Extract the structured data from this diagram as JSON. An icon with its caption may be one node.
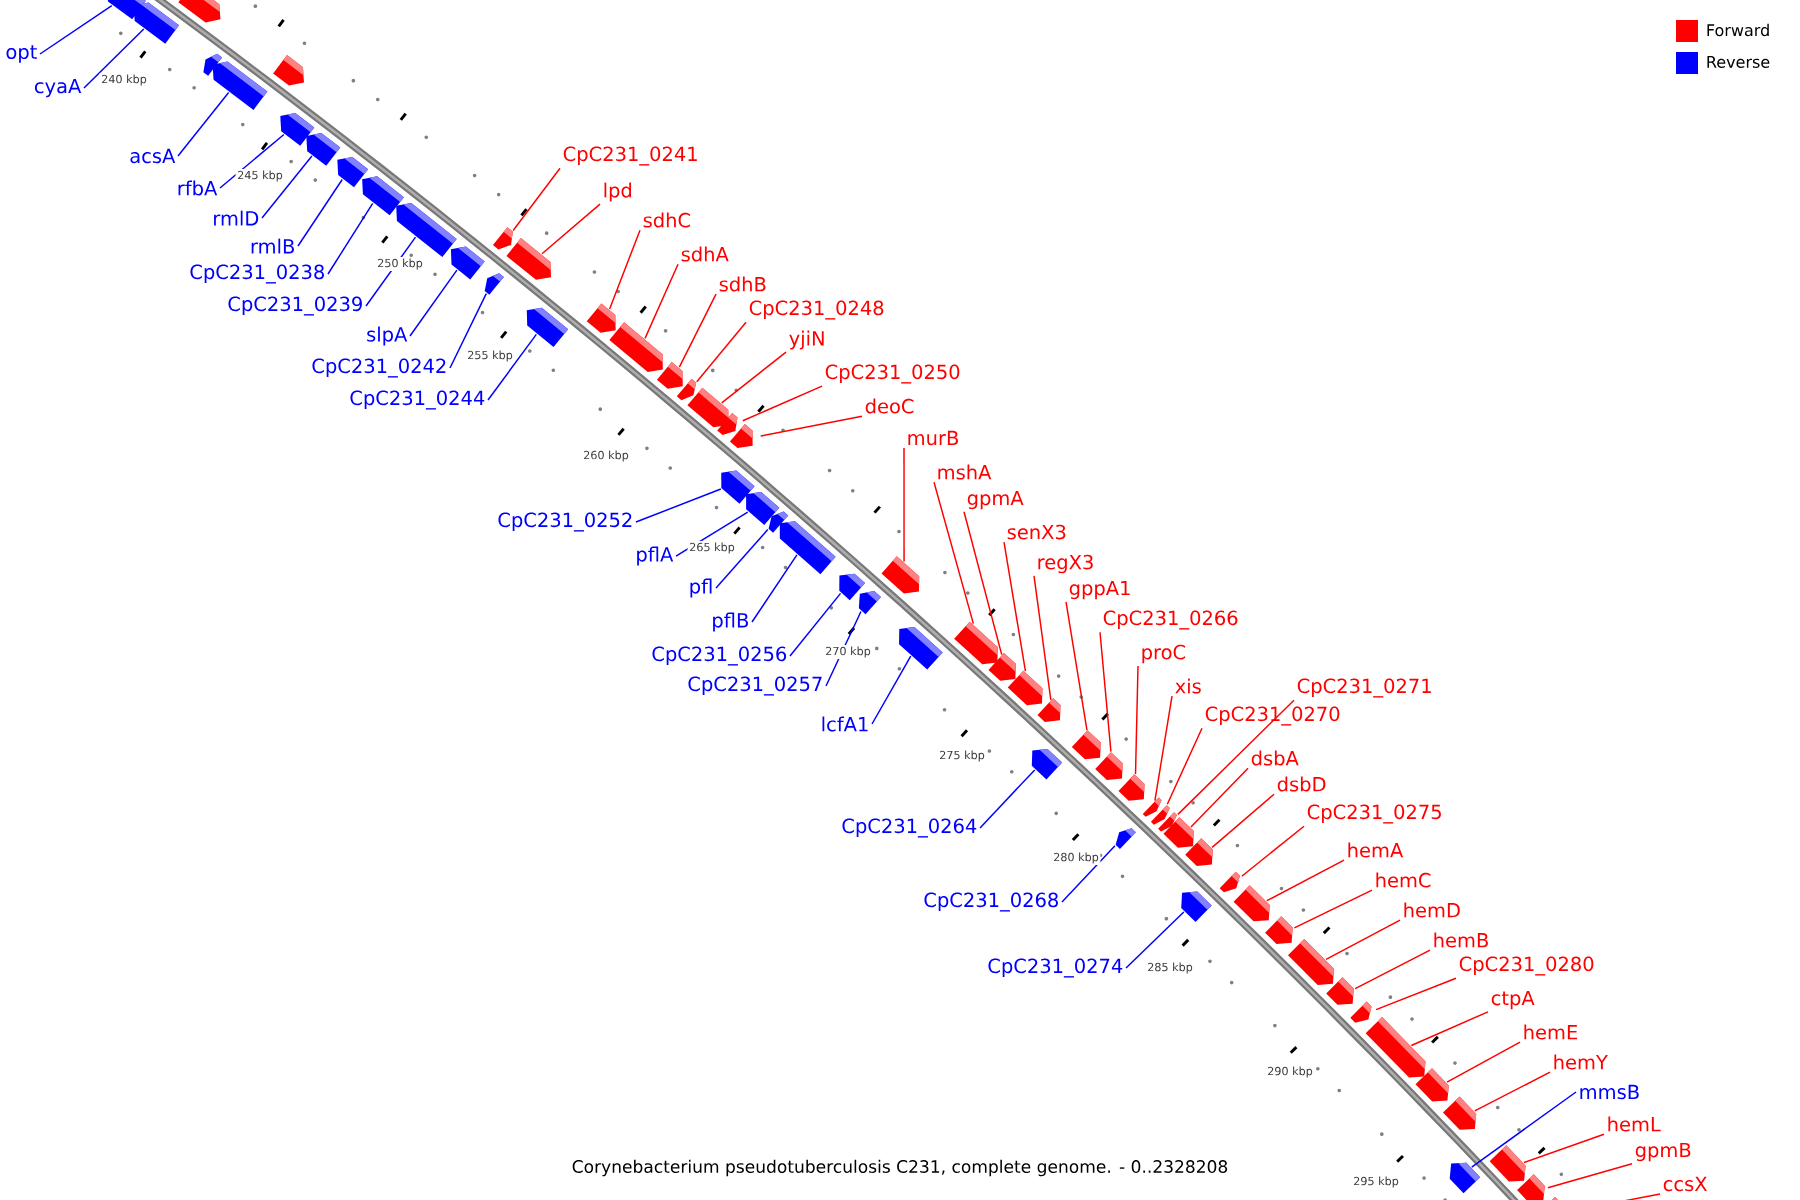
{
  "diagram": {
    "caption": "Corynebacterium pseudotuberculosis C231, complete genome. - 0..2328208",
    "nodes": [
      {
        "text": [
          "opt"
        ]
      },
      {
        "text": [
          "cyaA"
        ]
      },
      {
        "text": [
          "acsA"
        ]
      },
      {
        "text": [
          "CpC231_0241"
        ]
      },
      {
        "text": [
          "rfbA"
        ]
      },
      {
        "text": [
          "lpd"
        ]
      },
      {
        "text": [
          "rmlD"
        ]
      },
      {
        "text": [
          "sdhC"
        ]
      },
      {
        "text": [
          "rmlB"
        ]
      },
      {
        "text": [
          "sdhA"
        ]
      },
      {
        "text": [
          "CpC231_0238"
        ]
      },
      {
        "text": [
          "sdhB"
        ]
      },
      {
        "text": [
          "CpC231_0239"
        ]
      },
      {
        "text": [
          "CpC231_0248"
        ]
      },
      {
        "text": [
          "slpA"
        ]
      },
      {
        "text": [
          "yjiN"
        ]
      },
      {
        "text": [
          "CpC231_0242"
        ]
      },
      {
        "text": [
          "CpC231_0250"
        ]
      },
      {
        "text": [
          "CpC231_0244"
        ]
      },
      {
        "text": [
          "deoC"
        ]
      },
      {
        "text": [
          "murB"
        ]
      },
      {
        "text": [
          "mshA"
        ]
      },
      {
        "text": [
          "gpmA"
        ]
      },
      {
        "text": [
          "CpC231_0252"
        ]
      },
      {
        "text": [
          "senX3"
        ]
      },
      {
        "text": [
          "pflA"
        ]
      },
      {
        "text": [
          "regX3"
        ]
      },
      {
        "text": [
          "pfl"
        ]
      },
      {
        "text": [
          "gppA1"
        ]
      },
      {
        "text": [
          "CpC231_0266"
        ]
      },
      {
        "text": [
          "pflB"
        ]
      },
      {
        "text": [
          "proC"
        ]
      },
      {
        "text": [
          "CpC231_0256"
        ]
      },
      {
        "text": [
          "xis"
        ]
      },
      {
        "text": [
          "CpC231_0271"
        ]
      },
      {
        "text": [
          "CpC231_0257"
        ]
      },
      {
        "text": [
          "CpC231_0270"
        ]
      },
      {
        "text": [
          "lcfA1"
        ]
      },
      {
        "text": [
          "dsbA"
        ]
      },
      {
        "text": [
          "dsbD"
        ]
      },
      {
        "text": [
          "CpC231_0275"
        ]
      },
      {
        "text": [
          "CpC231_0264"
        ]
      },
      {
        "text": [
          "hemA"
        ]
      },
      {
        "text": [
          "hemC"
        ]
      },
      {
        "text": [
          "CpC231_0268"
        ]
      },
      {
        "text": [
          "hemD"
        ]
      },
      {
        "text": [
          "hemB"
        ]
      },
      {
        "text": [
          "CpC231_0274"
        ]
      },
      {
        "text": [
          "CpC231_0280"
        ]
      },
      {
        "text": [
          "ctpA"
        ]
      },
      {
        "text": [
          "hemE"
        ]
      },
      {
        "text": [
          "hemY"
        ]
      },
      {
        "text": [
          "mmsB"
        ]
      },
      {
        "text": [
          "hemL"
        ]
      },
      {
        "text": [
          "gpmB"
        ]
      },
      {
        "text": [
          "ccsX"
        ]
      },
      {
        "text": [],
        "shape": "box"
      },
      {
        "text": [],
        "shape": "box"
      },
      {
        "text": [],
        "shape": "box"
      },
      {
        "text": [],
        "shape": "box"
      },
      {
        "text": [],
        "shape": "box"
      },
      {
        "text": [],
        "shape": "box"
      },
      {
        "text": [],
        "shape": "box"
      },
      {
        "text": [],
        "shape": "box"
      },
      {
        "text": [],
        "shape": "box"
      },
      {
        "text": [],
        "shape": "box"
      },
      {
        "text": [],
        "shape": "box"
      },
      {
        "text": [],
        "shape": "box"
      },
      {
        "text": [],
        "shape": "box"
      },
      {
        "text": [],
        "shape": "box"
      },
      {
        "text": [],
        "shape": "box"
      },
      {
        "text": [],
        "shape": "box"
      },
      {
        "text": [],
        "shape": "box"
      },
      {
        "text": [],
        "shape": "box"
      },
      {
        "text": [],
        "shape": "box"
      },
      {
        "text": [],
        "shape": "box"
      },
      {
        "text": [],
        "shape": "box"
      },
      {
        "text": [],
        "shape": "box"
      },
      {
        "text": [],
        "shape": "box"
      },
      {
        "text": [],
        "shape": "box"
      },
      {
        "text": [],
        "shape": "box"
      },
      {
        "text": [],
        "shape": "box"
      },
      {
        "text": [],
        "shape": "box"
      },
      {
        "text": [],
        "shape": "box"
      },
      {
        "text": [],
        "shape": "box"
      },
      {
        "text": [],
        "shape": "box"
      },
      {
        "text": [],
        "shape": "box"
      },
      {
        "text": [],
        "shape": "box"
      },
      {
        "text": [],
        "shape": "box"
      },
      {
        "text": [],
        "shape": "box"
      },
      {
        "text": [],
        "shape": "box"
      },
      {
        "text": [],
        "shape": "box"
      },
      {
        "text": [],
        "shape": "box"
      },
      {
        "text": [],
        "shape": "box"
      },
      {
        "text": [],
        "shape": "box"
      },
      {
        "text": [],
        "shape": "box"
      },
      {
        "text": [],
        "shape": "box"
      },
      {
        "text": [],
        "shape": "box"
      },
      {
        "text": [],
        "shape": "box"
      },
      {
        "text": [],
        "shape": "box"
      },
      {
        "text": [],
        "shape": "box"
      },
      {
        "text": [],
        "shape": "box"
      },
      {
        "text": [],
        "shape": "box"
      },
      {
        "text": [],
        "shape": "box"
      },
      {
        "text": [],
        "shape": "box"
      },
      {
        "text": [],
        "shape": "box"
      },
      {
        "text": [],
        "shape": "box"
      },
      {
        "text": [],
        "shape": "box"
      },
      {
        "text": [],
        "shape": "box"
      },
      {
        "text": [],
        "shape": "box"
      },
      {
        "text": [],
        "shape": "box"
      },
      {
        "text": [],
        "shape": "box"
      },
      {
        "text": [],
        "shape": "box"
      },
      {
        "text": [],
        "shape": "box"
      },
      {
        "text": [],
        "shape": "box"
      }
    ],
    "edges": [
      {
        "from": 0,
        "to": 56,
        "arrow": "none",
        "color": "#0000ff"
      },
      {
        "from": 1,
        "to": 57,
        "arrow": "none",
        "color": "#0000ff"
      },
      {
        "from": 2,
        "to": 60,
        "arrow": "none",
        "color": "#0000ff"
      },
      {
        "from": 3,
        "to": 68,
        "arrow": "none"
      },
      {
        "from": 4,
        "to": 62,
        "arrow": "none",
        "color": "#0000ff"
      },
      {
        "from": 5,
        "to": 70,
        "arrow": "none"
      },
      {
        "from": 6,
        "to": 63,
        "arrow": "none",
        "color": "#0000ff"
      },
      {
        "from": 7,
        "to": 72,
        "arrow": "none"
      },
      {
        "from": 8,
        "to": 64,
        "arrow": "none",
        "color": "#0000ff"
      },
      {
        "from": 9,
        "to": 73,
        "arrow": "none"
      },
      {
        "from": 10,
        "to": 65,
        "arrow": "none",
        "color": "#0000ff"
      },
      {
        "from": 11,
        "to": 74,
        "arrow": "none"
      },
      {
        "from": 12,
        "to": 66,
        "arrow": "none",
        "color": "#0000ff"
      },
      {
        "from": 13,
        "to": 75,
        "arrow": "none"
      },
      {
        "from": 14,
        "to": 67,
        "arrow": "none",
        "color": "#0000ff"
      },
      {
        "from": 15,
        "to": 76,
        "arrow": "none"
      },
      {
        "from": 16,
        "to": 69,
        "arrow": "none",
        "color": "#0000ff"
      },
      {
        "from": 17,
        "to": 77,
        "arrow": "none"
      },
      {
        "from": 18,
        "to": 71,
        "arrow": "none",
        "color": "#0000ff"
      },
      {
        "from": 19,
        "to": 78,
        "arrow": "none"
      },
      {
        "from": 20,
        "to": 85,
        "arrow": "none"
      },
      {
        "from": 21,
        "to": 87,
        "arrow": "none"
      },
      {
        "from": 22,
        "to": 88,
        "arrow": "none"
      },
      {
        "from": 23,
        "to": 79,
        "arrow": "none",
        "color": "#0000ff"
      },
      {
        "from": 24,
        "to": 89,
        "arrow": "none"
      },
      {
        "from": 25,
        "to": 80,
        "arrow": "none",
        "color": "#0000ff"
      },
      {
        "from": 26,
        "to": 90,
        "arrow": "none"
      },
      {
        "from": 27,
        "to": 81,
        "arrow": "none",
        "color": "#0000ff"
      },
      {
        "from": 28,
        "to": 92,
        "arrow": "none"
      },
      {
        "from": 29,
        "to": 93,
        "arrow": "none"
      },
      {
        "from": 30,
        "to": 82,
        "arrow": "none",
        "color": "#0000ff"
      },
      {
        "from": 31,
        "to": 94,
        "arrow": "none"
      },
      {
        "from": 32,
        "to": 83,
        "arrow": "none",
        "color": "#0000ff"
      },
      {
        "from": 33,
        "to": 96,
        "arrow": "none"
      },
      {
        "from": 34,
        "to": 98,
        "arrow": "none"
      },
      {
        "from": 35,
        "to": 84,
        "arrow": "none",
        "color": "#0000ff"
      },
      {
        "from": 36,
        "to": 97,
        "arrow": "none"
      },
      {
        "from": 37,
        "to": 86,
        "arrow": "none",
        "color": "#0000ff"
      },
      {
        "from": 38,
        "to": 99,
        "arrow": "none"
      },
      {
        "from": 39,
        "to": 100,
        "arrow": "none"
      },
      {
        "from": 40,
        "to": 102,
        "arrow": "none"
      },
      {
        "from": 41,
        "to": 91,
        "arrow": "none",
        "color": "#0000ff"
      },
      {
        "from": 42,
        "to": 103,
        "arrow": "none"
      },
      {
        "from": 43,
        "to": 104,
        "arrow": "none"
      },
      {
        "from": 44,
        "to": 95,
        "arrow": "none",
        "color": "#0000ff"
      },
      {
        "from": 45,
        "to": 105,
        "arrow": "none"
      },
      {
        "from": 46,
        "to": 106,
        "arrow": "none"
      },
      {
        "from": 47,
        "to": 101,
        "arrow": "none",
        "color": "#0000ff"
      },
      {
        "from": 48,
        "to": 107,
        "arrow": "none"
      },
      {
        "from": 49,
        "to": 108,
        "arrow": "none"
      },
      {
        "from": 50,
        "to": 109,
        "arrow": "none"
      },
      {
        "from": 51,
        "to": 110,
        "arrow": "none"
      },
      {
        "from": 52,
        "to": 111,
        "arrow": "none",
        "color": "#0000ff"
      },
      {
        "from": 53,
        "to": 112,
        "arrow": "none"
      },
      {
        "from": 54,
        "to": 113,
        "arrow": "none"
      },
      {
        "from": 55,
        "to": 114,
        "arrow": "none"
      }
    ],
    "labels": [
      "240 kbp",
      "245 kbp",
      "250 kbp",
      "255 kbp",
      "260 kbp",
      "265 kbp",
      "270 kbp",
      "275 kbp",
      "280 kbp",
      "285 kbp",
      "290 kbp",
      "295 kbp"
    ],
    "legend": [
      {
        "text": "Forward",
        "color": "#ff0000"
      },
      {
        "text": "Reverse",
        "color": "#0000ff"
      }
    ]
  }
}
